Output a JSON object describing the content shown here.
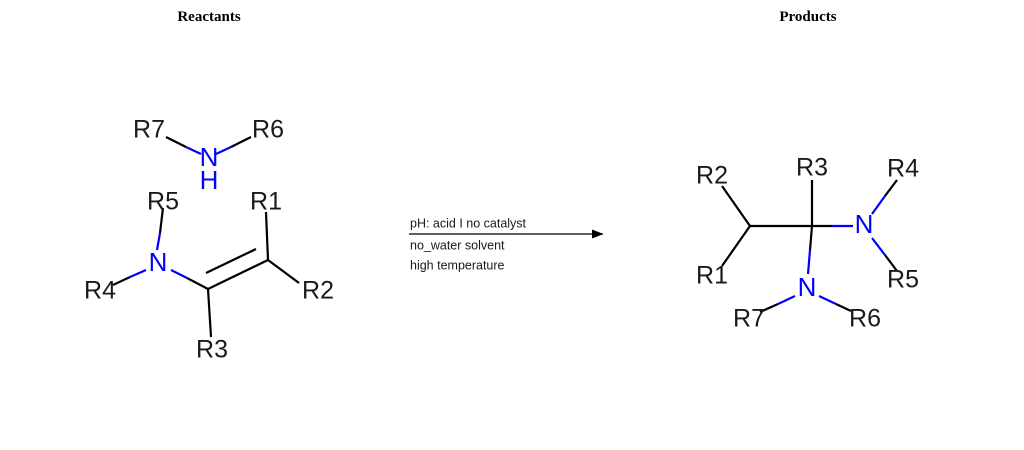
{
  "panels": {
    "reactants_title": "Reactants",
    "products_title": "Products"
  },
  "conditions": {
    "line1": "pH: acid I no catalyst",
    "line2": "no_water solvent",
    "line3": "high temperature"
  },
  "colors": {
    "nitrogen": "#0000ff",
    "carbon": "#000000",
    "background": "#ffffff"
  },
  "reactants": {
    "amine": {
      "atom_n": "N",
      "atom_h": "H",
      "substituents": [
        "R7",
        "R6"
      ]
    },
    "enamine": {
      "atom_n": "N",
      "substituents": [
        "R5",
        "R4",
        "R3",
        "R1",
        "R2"
      ],
      "bond_type": "double"
    }
  },
  "products": {
    "aminal": {
      "atom_n_right": "N",
      "atom_n_bottom": "N",
      "substituents": [
        "R2",
        "R1",
        "R3",
        "R4",
        "R5",
        "R7",
        "R6"
      ]
    }
  },
  "arrow": {
    "direction": "right"
  },
  "labels": {
    "r1": "R1",
    "r2": "R2",
    "r3": "R3",
    "r4": "R4",
    "r5": "R5",
    "r6": "R6",
    "r7": "R7",
    "n": "N",
    "h": "H"
  }
}
